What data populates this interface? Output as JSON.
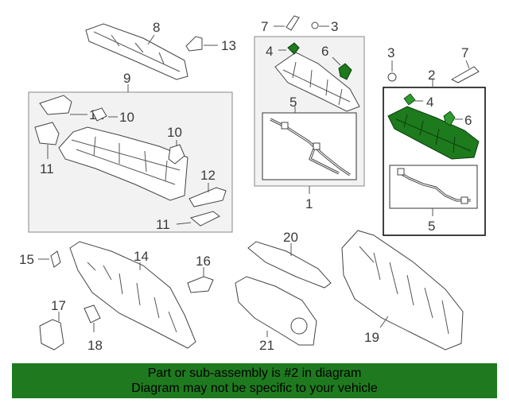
{
  "diagram": {
    "callouts": {
      "c1": "1",
      "c2": "2",
      "c3a": "3",
      "c3b": "3",
      "c4a": "4",
      "c4b": "4",
      "c5a": "5",
      "c5b": "5",
      "c6a": "6",
      "c6b": "6",
      "c7a": "7",
      "c7b": "7",
      "c8": "8",
      "c9": "9",
      "c10a": "10",
      "c10b": "10",
      "c11a": "11",
      "c11b": "11",
      "c12a": "12",
      "c12b": "12",
      "c13": "13",
      "c14": "14",
      "c15": "15",
      "c16": "16",
      "c17": "17",
      "c18": "18",
      "c19": "19",
      "c20": "20",
      "c21": "21"
    },
    "highlight_color": "#1d7a1d"
  },
  "footer": {
    "line1": "Part or sub-assembly is #2 in diagram",
    "line2": "Diagram may not be specific to your vehicle",
    "background": "#1f7a1f"
  }
}
